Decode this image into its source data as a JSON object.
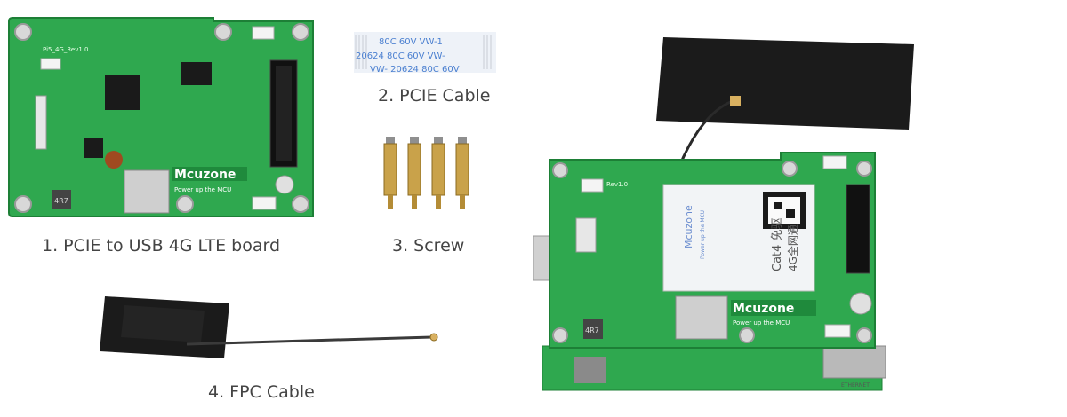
{
  "captions": {
    "board": "1. PCIE to USB 4G LTE board",
    "pcie_cable": "2. PCIE Cable",
    "screw": "3. Screw",
    "fpc_cable": "4. FPC Cable"
  },
  "board_silk": {
    "revision": "Pi5_4G_Rev1.0",
    "logo": "Mcuzone",
    "tagline": "Power up the MCU",
    "inductor": "4R7"
  },
  "cable_print": {
    "line1": "80C  60V  VW-1",
    "line2": "20624  80C  60V  VW-",
    "line3": "VW-  20624  80C  60V"
  },
  "module_print": {
    "brand": "Mcuzone",
    "tagline": "Power up the MCU",
    "model": "Cat4 免驱",
    "net": "4G全网通"
  },
  "assembly_silk": {
    "revision": "Rev1.0",
    "logo": "Mcuzone",
    "tagline": "Power up the MCU",
    "inductor": "4R7",
    "port": "ETHERNET"
  },
  "colors": {
    "pcb_green": "#2fa84f",
    "pcb_dark": "#1f8a3c",
    "cable_blue": "#4a7fd0",
    "antenna_black": "#1b1b1b",
    "brass": "#c9a24a"
  }
}
